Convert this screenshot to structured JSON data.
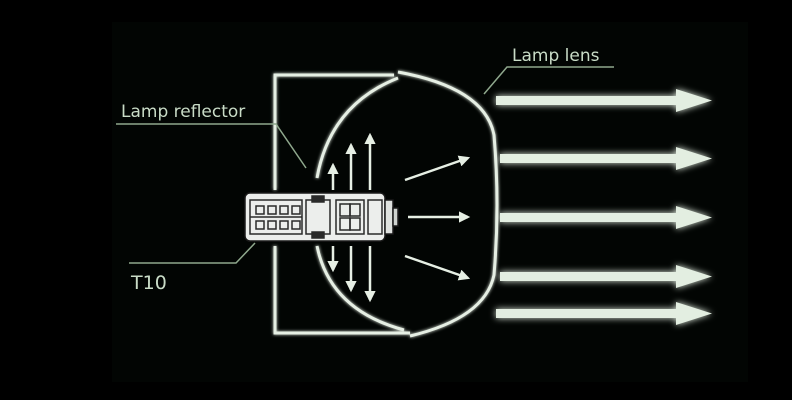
{
  "labels": {
    "lens": "Lamp lens",
    "reflector": "Lamp reflector",
    "bulb": "T10"
  },
  "colors": {
    "background": "#000000",
    "panel": "#020503",
    "line": "#e6efe4",
    "text": "#c9dcc7",
    "glow": "#7fb082"
  }
}
